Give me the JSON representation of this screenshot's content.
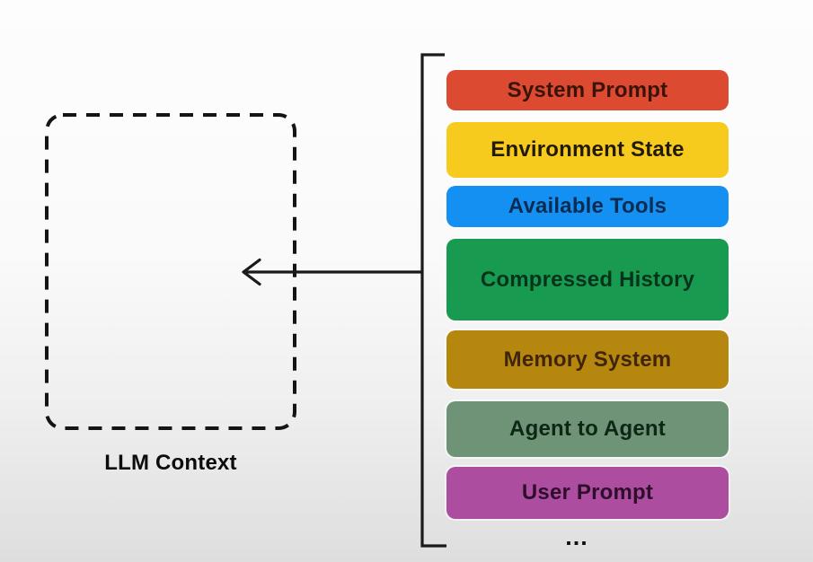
{
  "diagram": {
    "title_hint": "LLM context assembly diagram",
    "context_box": {
      "label": "LLM Context"
    },
    "stack": {
      "items": [
        {
          "label": "System Prompt",
          "bg": "#dc4b31",
          "text_color": "#3b1309"
        },
        {
          "label": "Environment State",
          "bg": "#f7cb1d",
          "text_color": "#221b04"
        },
        {
          "label": "Available Tools",
          "bg": "#1490f2",
          "text_color": "#0a2c52"
        },
        {
          "label": "Compressed History",
          "bg": "#189a51",
          "text_color": "#06341b"
        },
        {
          "label": "Memory System",
          "bg": "#b5870f",
          "text_color": "#40250b"
        },
        {
          "label": "Agent to Agent",
          "bg": "#6e9377",
          "text_color": "#0c2814"
        },
        {
          "label": "User Prompt",
          "bg": "#ac4d9f",
          "text_color": "#2f0e2b"
        }
      ],
      "ellipsis": "..."
    },
    "colors": {
      "line": "#1a1a1a",
      "dashed_border": "#141414"
    }
  }
}
